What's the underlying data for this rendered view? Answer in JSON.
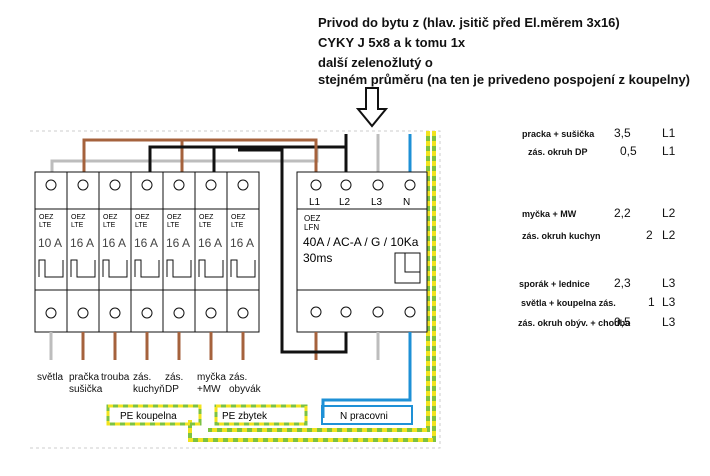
{
  "header_lines": [
    "Privod do bytu z (hlav. jsitič před El.měrem 3x16)",
    "CYKY J 5x8 a k tomu 1x",
    "další zelenožlutý o",
    "stejném průměru (na ten je privedeno pospojení z koupelny)"
  ],
  "breakers": [
    {
      "brand": "OEZ",
      "model": "LTE",
      "rating": "10 A",
      "label1": "světla",
      "label2": ""
    },
    {
      "brand": "OEZ",
      "model": "LTE",
      "rating": "16 A",
      "label1": "pračka",
      "label2": "sušička"
    },
    {
      "brand": "OEZ",
      "model": "LTE",
      "rating": "16 A",
      "label1": "trouba",
      "label2": ""
    },
    {
      "brand": "OEZ",
      "model": "LTE",
      "rating": "16 A",
      "label1": "zás.",
      "label2": "kuchyň"
    },
    {
      "brand": "OEZ",
      "model": "LTE",
      "rating": "16 A",
      "label1": "zás.",
      "label2": "DP"
    },
    {
      "brand": "OEZ",
      "model": "LTE",
      "rating": "16 A",
      "label1": "myčka",
      "label2": "+MW"
    },
    {
      "brand": "OEZ",
      "model": "LTE",
      "rating": "16 A",
      "label1": "zás.",
      "label2": "obyvák"
    }
  ],
  "rcd": {
    "brand": "OEZ",
    "model": "LFN",
    "spec": "40A / AC-A / G / 10Ka",
    "time": "30ms",
    "terminals": [
      "L1",
      "L2",
      "L3",
      "N"
    ]
  },
  "bus_labels": {
    "pe_bathroom": "PE koupelna",
    "pe_rest": "PE zbytek",
    "n_working": "N pracovni"
  },
  "loads": [
    {
      "name": "pracka + sušička",
      "value": "3,5",
      "phase": "L1"
    },
    {
      "name": "zás. okruh DP",
      "value": "0,5",
      "phase": "L1"
    },
    {
      "name": "myčka + MW",
      "value": "2,2",
      "phase": "L2"
    },
    {
      "name": "zás. okruh kuchyn",
      "value": "2",
      "phase": "L2"
    },
    {
      "name": "sporák + lednice",
      "value": "2,3",
      "phase": "L3"
    },
    {
      "name": "světla + koupelna zás.",
      "value": "1",
      "phase": "L3"
    },
    {
      "name": "zás. okruh obýv. + chodba",
      "value": "0,5",
      "phase": "L3"
    }
  ],
  "colors": {
    "brown": "#a5623c",
    "black": "#111111",
    "grey": "#bdbdbd",
    "blue": "#1e90d6",
    "green": "#7cc242",
    "yellow": "#f2e31e"
  }
}
